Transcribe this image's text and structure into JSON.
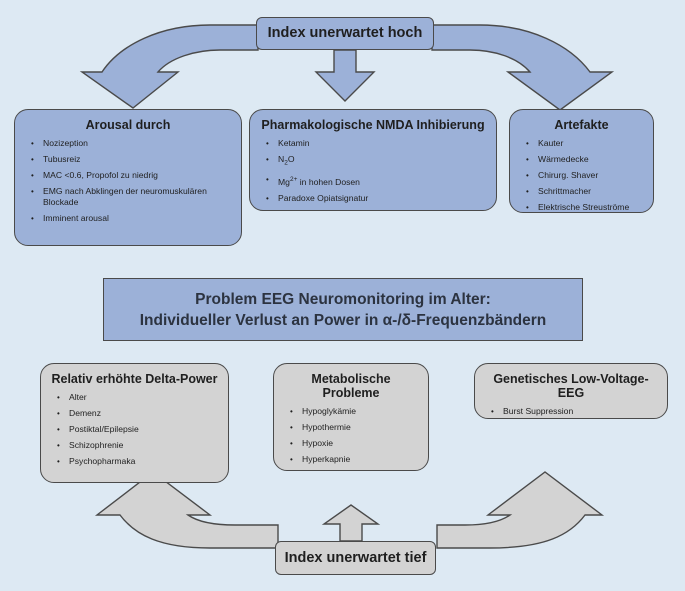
{
  "top_label": "Index unerwartet hoch",
  "bottom_label": "Index unerwartet tief",
  "center": {
    "line1": "Problem EEG Neuromonitoring im Alter:",
    "line2": "Individueller Verlust an Power in α-/δ-Frequenzbändern"
  },
  "arousal": {
    "title": "Arousal durch",
    "items": [
      "Nozizeption",
      "Tubusreiz",
      "MAC <0.6, Propofol zu niedrig",
      "EMG nach Abklingen der neuromuskulären Blockade",
      "Imminent arousal"
    ]
  },
  "nmda": {
    "title": "Pharmakologische NMDA Inhibierung",
    "items": {
      "ketamin": "Ketamin",
      "n2o_pre": "N",
      "n2o_sub": "2",
      "n2o_post": "O",
      "mg_pre": "Mg",
      "mg_sup": "2+",
      "mg_post": " in hohen Dosen",
      "opiat": "Paradoxe Opiatsignatur"
    }
  },
  "artefakte": {
    "title": "Artefakte",
    "items": [
      "Kauter",
      "Wärmedecke",
      "Chirurg. Shaver",
      "Schrittmacher",
      "Elektrische Streuströme"
    ]
  },
  "delta": {
    "title": "Relativ erhöhte Delta-Power",
    "items": [
      "Alter",
      "Demenz",
      "Postiktal/Epilepsie",
      "Schizophrenie",
      "Psychopharmaka"
    ]
  },
  "metabolisch": {
    "title": "Metabolische Probleme",
    "items": [
      "Hypoglykämie",
      "Hypothermie",
      "Hypoxie",
      "Hyperkapnie"
    ]
  },
  "genetisch": {
    "title": "Genetisches Low-Voltage-EEG",
    "items": [
      "Burst Suppression"
    ]
  },
  "colors": {
    "background": "#dde9f3",
    "blue_fill": "#9cb1d8",
    "grey_fill": "#d3d3d3",
    "stroke": "#4a4a4a"
  }
}
